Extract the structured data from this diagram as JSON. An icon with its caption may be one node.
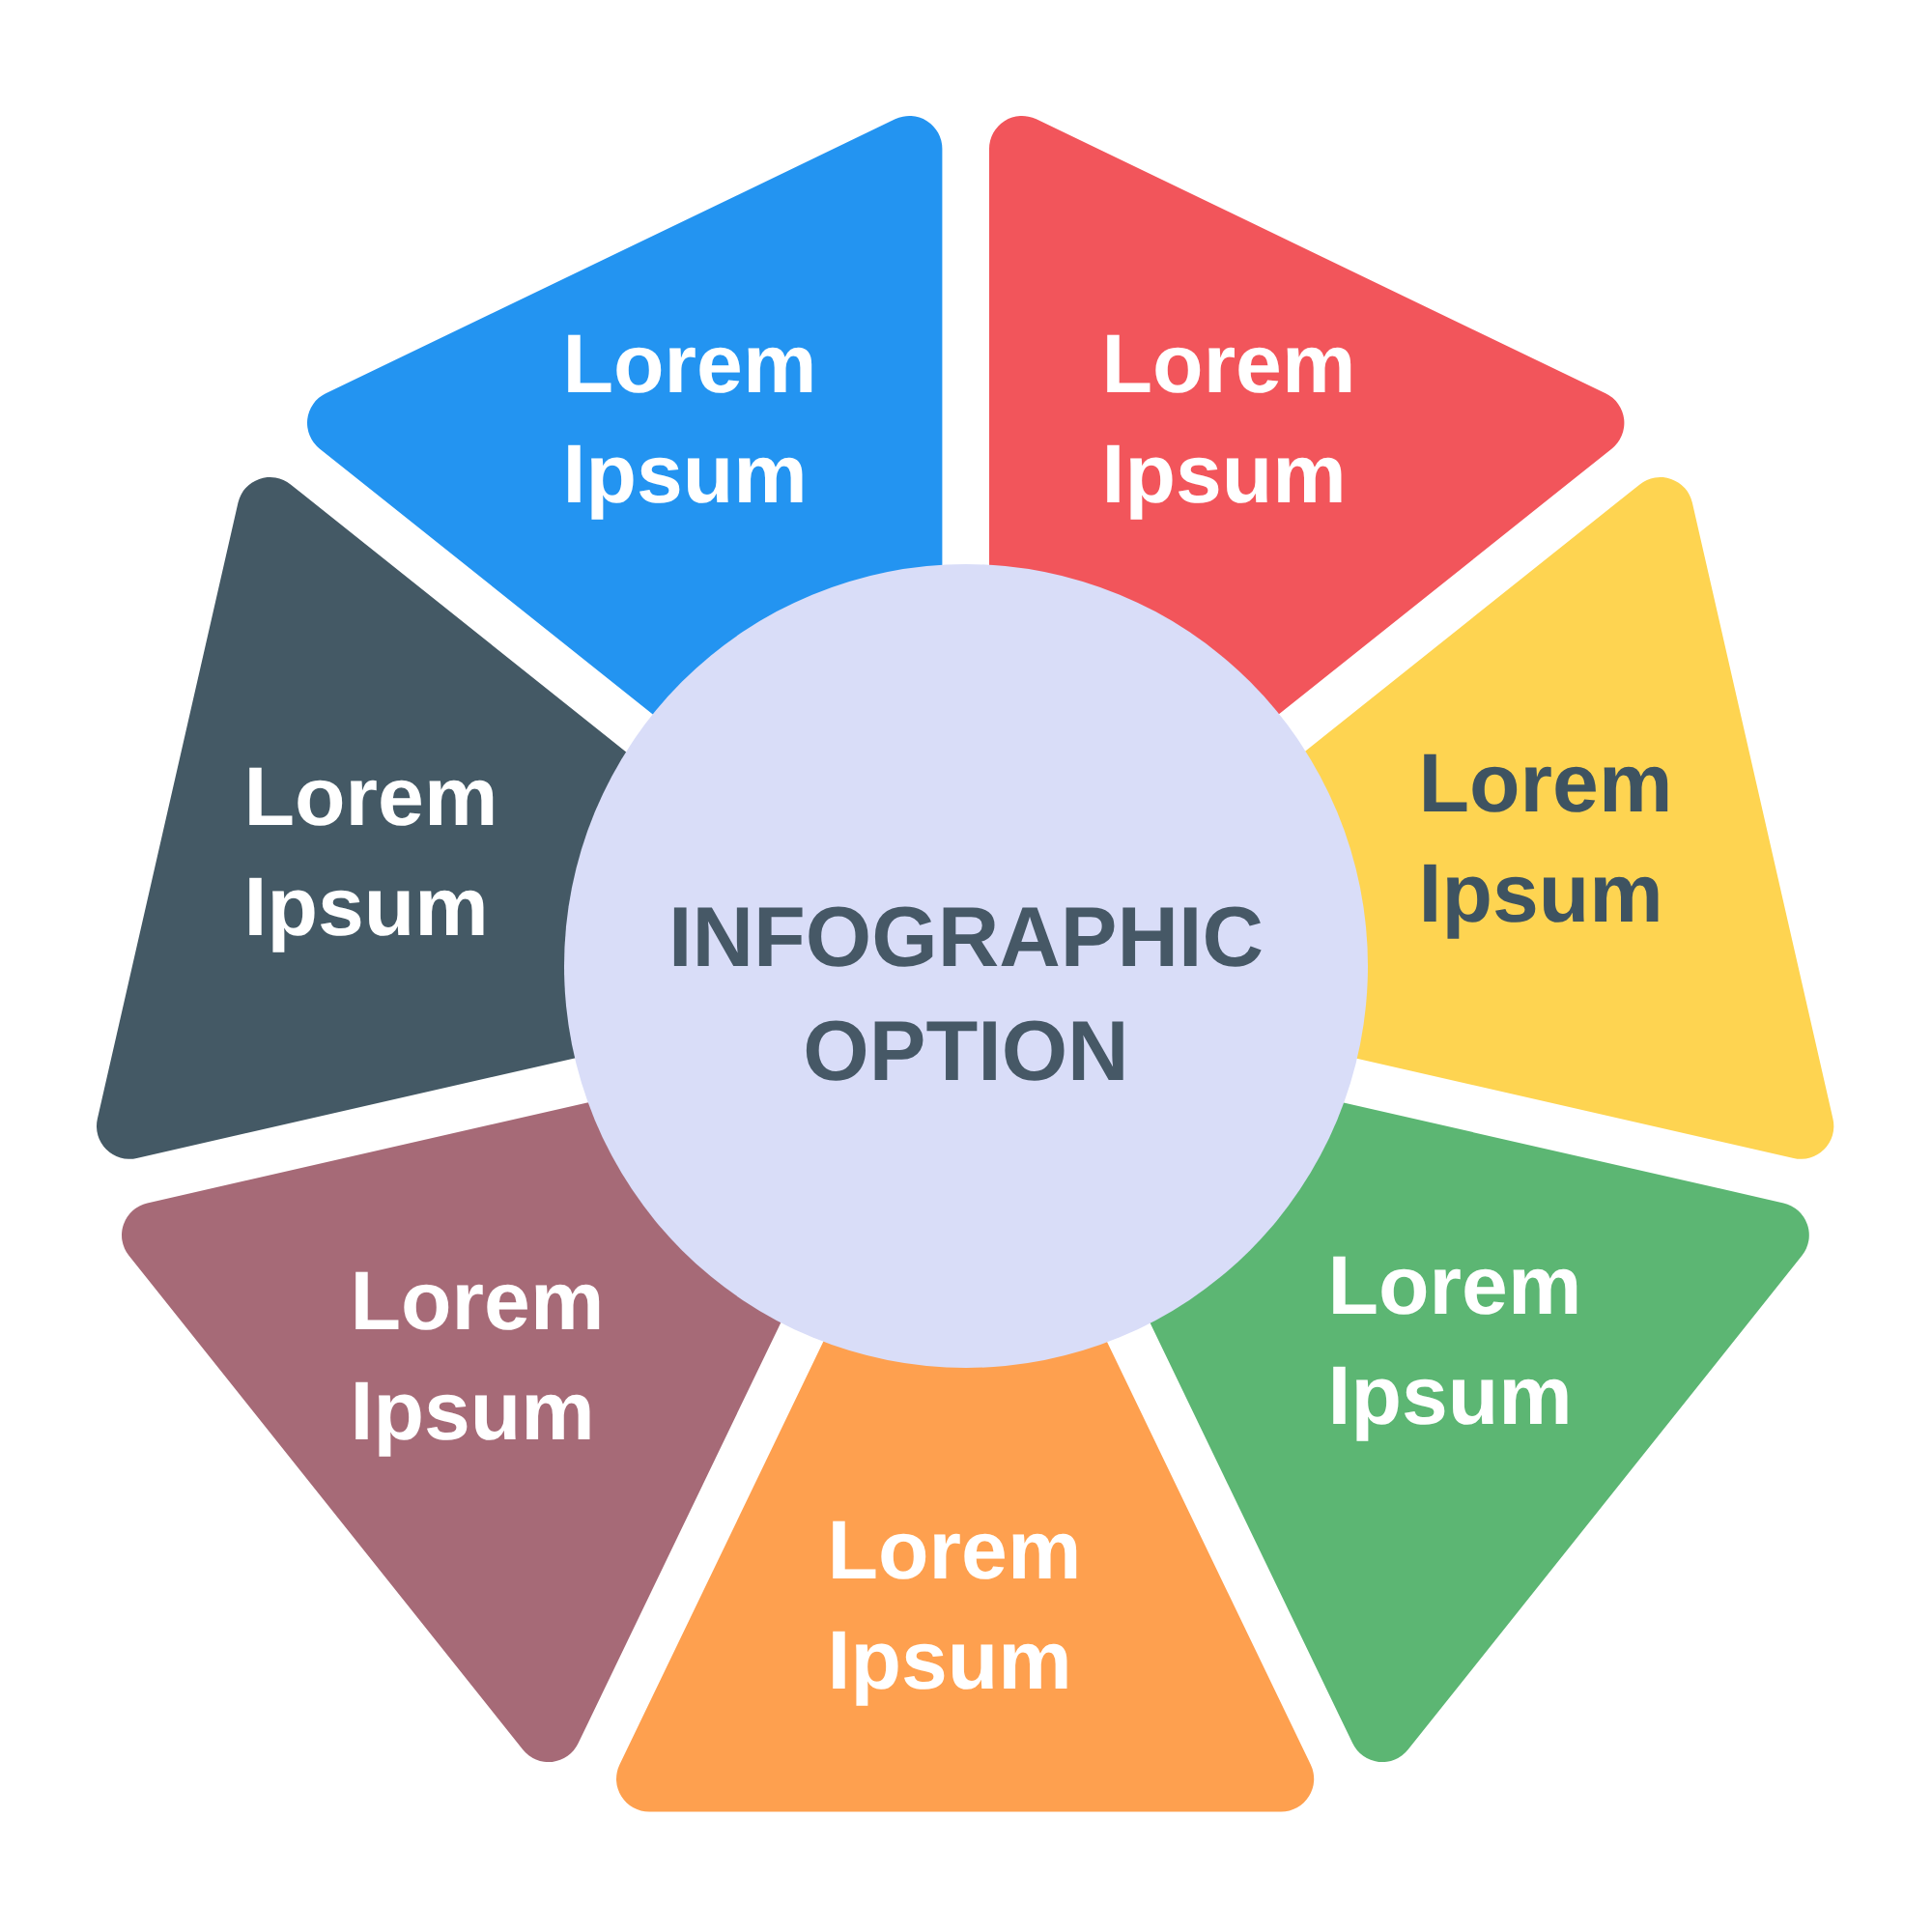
{
  "diagram": {
    "nodes": [
      {
        "text": [
          "INFOGRAPHIC OPTION"
        ]
      },
      {
        "text": [
          "Lorem Ipsum"
        ]
      },
      {
        "text": [
          "Lorem Ipsum"
        ]
      },
      {
        "text": [
          "Lorem Ipsum"
        ]
      },
      {
        "text": [
          "Lorem Ipsum"
        ]
      },
      {
        "text": [
          "Lorem Ipsum"
        ]
      },
      {
        "text": [
          "Lorem Ipsum"
        ]
      },
      {
        "text": [
          "Lorem Ipsum"
        ]
      }
    ]
  }
}
